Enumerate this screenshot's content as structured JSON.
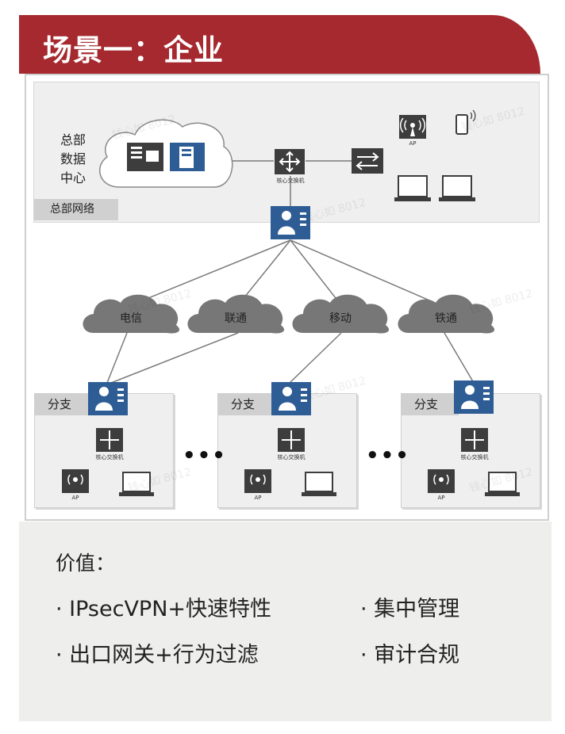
{
  "header": {
    "title": "场景一：企业"
  },
  "hq": {
    "datacenter_label_lines": [
      "总部",
      "数据",
      "中心"
    ],
    "network_label": "总部网络",
    "core_switch_label": "核心交换机",
    "ap_label": "AP"
  },
  "carriers": [
    "电信",
    "联通",
    "移动",
    "铁通"
  ],
  "branches": [
    {
      "label": "分支",
      "core_switch_label": "核心交换机",
      "ap_label": "AP"
    },
    {
      "label": "分支",
      "core_switch_label": "核心交换机",
      "ap_label": "AP"
    },
    {
      "label": "分支",
      "core_switch_label": "核心交换机",
      "ap_label": "AP"
    }
  ],
  "ellipsis": "•••",
  "values": {
    "title": "价值：",
    "items": [
      "· IPsecVPN+快速特性",
      "· 集中管理",
      "· 出口网关+行为过滤",
      "· 审计合规"
    ]
  },
  "watermark": "钱心如 8012",
  "colors": {
    "header_bg": "#a5292f",
    "icon_dark": "#3d3d3d",
    "firewall_blue": "#2e5d95",
    "cloud": "#777777"
  }
}
